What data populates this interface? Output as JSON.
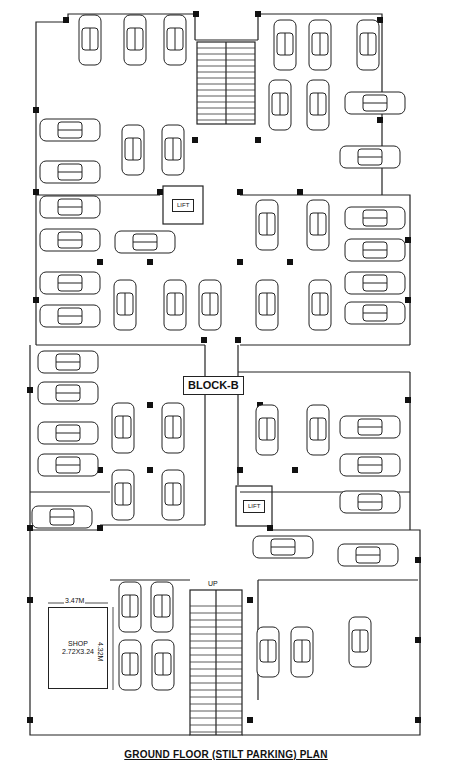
{
  "diagram": {
    "caption": "GROUND FLOOR (STILT PARKING) PLAN",
    "nodes": [
      {
        "text": [
          "LIFT"
        ]
      },
      {
        "text": [
          "BLOCK-B"
        ]
      },
      {
        "text": [
          "LIFT"
        ]
      },
      {
        "text": [
          "SHOP 2.72X3.24"
        ]
      }
    ],
    "labels": [
      "3.47M",
      "4.32M",
      "UP"
    ]
  }
}
